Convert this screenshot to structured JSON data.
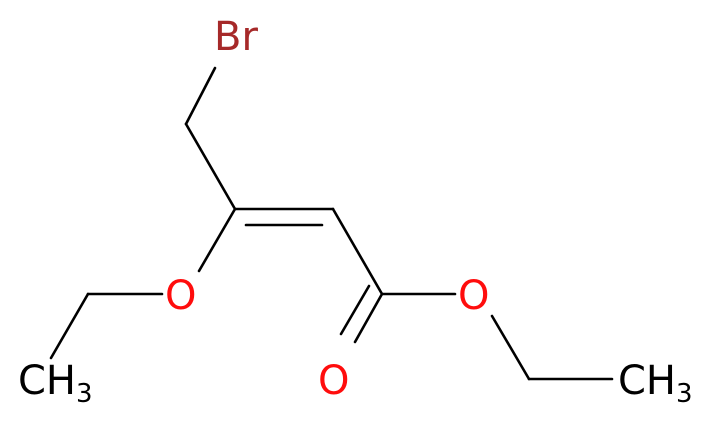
{
  "colors": {
    "bond": "#000000",
    "bromine": "#a62929",
    "oxygen": "#ff0d0d",
    "carbon_label": "#000000",
    "background": "#ffffff"
  },
  "atoms": {
    "bromine": "Br",
    "ether_oxygen": "O",
    "ester_oxygen": "O",
    "carbonyl_oxygen": "O",
    "methyl_left": {
      "symbol": "CH",
      "count": "3"
    },
    "methyl_right": {
      "symbol": "CH",
      "count": "3"
    }
  }
}
